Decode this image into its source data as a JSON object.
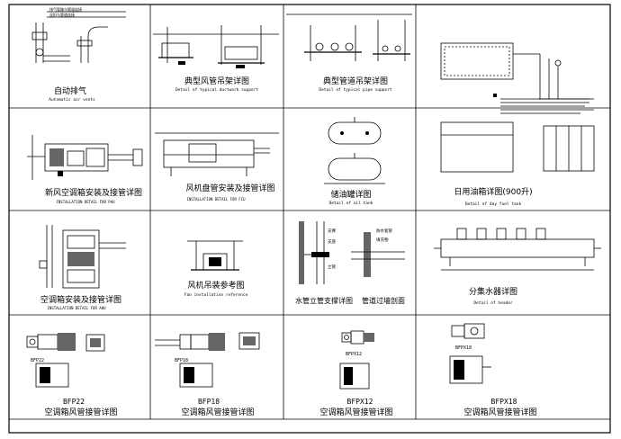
{
  "cells": [
    {
      "title": "自动排气",
      "subtitle": "Automatic air vents",
      "notes": [
        "排气管路与管道连接",
        "丝扣与管道连接"
      ]
    },
    {
      "title": "典型风管吊架详图",
      "subtitle": "Detail of typical ductwork support",
      "notes": []
    },
    {
      "title": "典型管道吊架详图",
      "subtitle": "Detail of typical pipe support",
      "notes": []
    },
    {
      "title": "日用油箱详图(900升)",
      "subtitle": "Detail of day fuel tank",
      "notes": []
    },
    {
      "title": "新风空调箱安装及接管详图",
      "subtitle": "INSTALLATION DETAIL FOR PAU",
      "notes": []
    },
    {
      "title": "风机盘管安装及接管详图",
      "subtitle": "INSTALLATION DETAIL FOR FCU",
      "notes": []
    },
    {
      "title": "储油罐详图",
      "subtitle": "Detail of oil tank",
      "notes": []
    },
    {
      "title": "空调箱安装及接管详图",
      "subtitle": "INSTALLATION DETAIL FOR AHU",
      "notes": []
    },
    {
      "title": "风机吊装参考图",
      "subtitle": "Fan installation reference",
      "notes": []
    },
    {
      "title": "水管立管支撑详图",
      "subtitle": "",
      "notes": [
        "支撑",
        "支座",
        "立管"
      ]
    },
    {
      "title": "管道过墙剖面",
      "subtitle": "",
      "notes": [
        "防水套管",
        "填充物"
      ]
    },
    {
      "title": "分集水器详图",
      "subtitle": "Detail of header",
      "notes": []
    },
    {
      "title": "空调箱风管接管详图",
      "model": "BFP22",
      "sub_model": "BFP22"
    },
    {
      "title": "空调箱风管接管详图",
      "model": "BFP18",
      "sub_model": "BFP18"
    },
    {
      "title": "空调箱风管接管详图",
      "model": "BFPX12",
      "sub_model": "BFPX12"
    },
    {
      "title": "空调箱风管接管详图",
      "model": "BFPX18",
      "sub_model": "BFPX18"
    }
  ]
}
